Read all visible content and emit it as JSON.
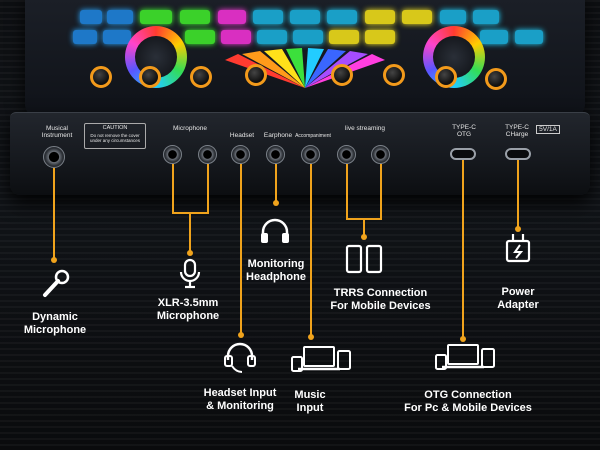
{
  "front_panel": {
    "instrument_label": "Musical\nInstrument",
    "caution_title": "CAUTION",
    "caution_text": "Do not remove the cover under any circumstances",
    "microphone_label": "Microphone",
    "headset_label": "Headset",
    "earphone_label": "Earphone",
    "accompaniment_label": "Accompaniment",
    "live_streaming_label": "live streaming",
    "typec_otg_label": "TYPE-C\nOTG",
    "typec_charge_label": "TYPE-C\nCHarge",
    "charge_rating": "5V/1A"
  },
  "callouts": [
    {
      "id": "dynamic-microphone",
      "label": "Dynamic\nMicrophone",
      "icon": "microphone-handheld-icon"
    },
    {
      "id": "xlr-microphone",
      "label": "XLR-3.5mm\nMicrophone",
      "icon": "microphone-icon"
    },
    {
      "id": "monitoring-headphone",
      "label": "Monitoring\nHeadphone",
      "icon": "headphone-icon"
    },
    {
      "id": "headset-input",
      "label": "Headset Input\n& Monitoring",
      "icon": "headset-icon"
    },
    {
      "id": "music-input",
      "label": "Music\nInput",
      "icon": "devices-icon"
    },
    {
      "id": "trrs-connection",
      "label": "TRRS Connection\nFor Mobile Devices",
      "icon": "phones-icon"
    },
    {
      "id": "otg-connection",
      "label": "OTG Connection\nFor Pc & Mobile Devices",
      "icon": "devices-icon"
    },
    {
      "id": "power-adapter",
      "label": "Power\nAdapter",
      "icon": "power-adapter-icon"
    }
  ],
  "colors": {
    "accent": "#f0a31c",
    "knob_ring": "#f29a1b",
    "text": "#ffffff"
  }
}
